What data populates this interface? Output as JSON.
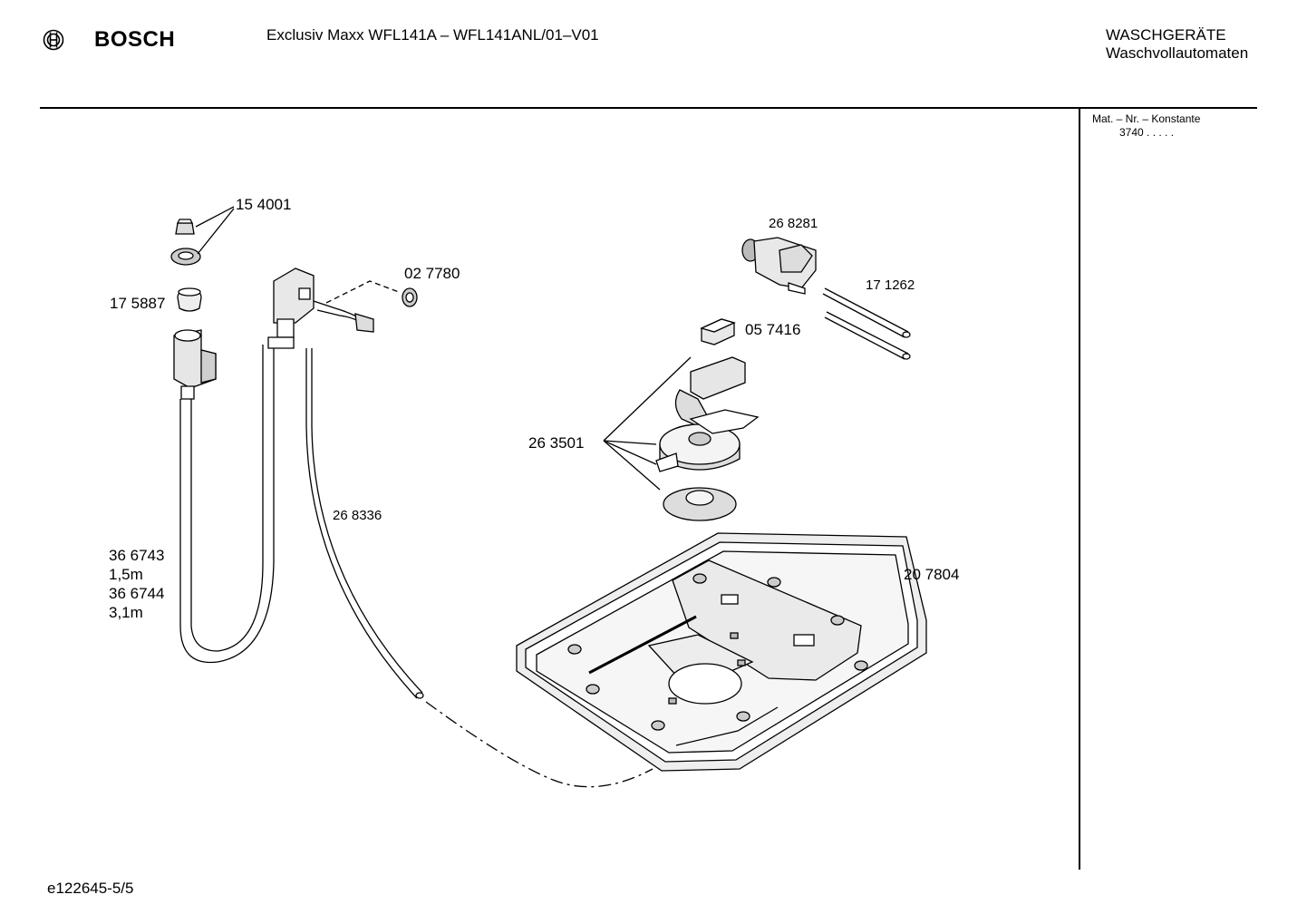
{
  "header": {
    "brand": "BOSCH",
    "title": "Exclusiv Maxx WFL141A – WFL141ANL/01–V01",
    "category": "WASCHGERÄTE",
    "subcategory": "Waschvollautomaten"
  },
  "side_panel": {
    "mat_title": "Mat. – Nr. – Konstante",
    "mat_value": "3740  .   .   .   .   ."
  },
  "footer": {
    "code": "e122645-5/5"
  },
  "parts": [
    {
      "id": "154001",
      "label": "15 4001"
    },
    {
      "id": "175887",
      "label": "17 5887"
    },
    {
      "id": "027780",
      "label": "02 7780"
    },
    {
      "id": "268281",
      "label": "26 8281"
    },
    {
      "id": "171262",
      "label": "17 1262"
    },
    {
      "id": "057416",
      "label": "05 7416"
    },
    {
      "id": "263501",
      "label": "26 3501"
    },
    {
      "id": "268336",
      "label": "26 8336"
    },
    {
      "id": "366743",
      "label": "36 6743"
    },
    {
      "id": "len15",
      "label": "1,5m"
    },
    {
      "id": "366744",
      "label": "36 6744"
    },
    {
      "id": "len31",
      "label": "3,1m"
    },
    {
      "id": "207804",
      "label": "20 7804"
    }
  ]
}
